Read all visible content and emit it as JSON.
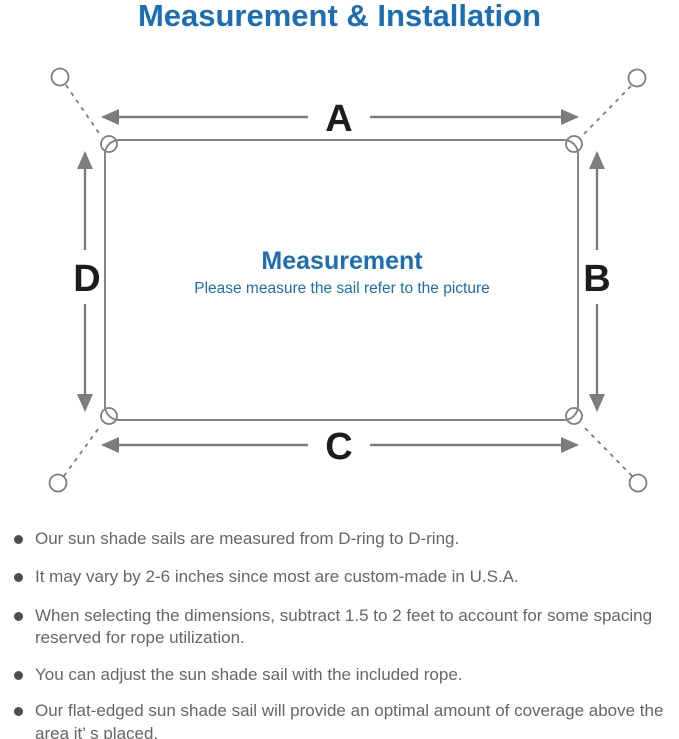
{
  "title": "Measurement & Installation",
  "diagram": {
    "edge_labels": {
      "top": "A",
      "right": "B",
      "bottom": "C",
      "left": "D"
    },
    "center_title": "Measurement",
    "center_subtitle": "Please measure the sail refer to the picture"
  },
  "colors": {
    "accent_blue": "#1b6eb5",
    "line_gray": "#7d7d7d",
    "label_black": "#1c1c1c",
    "note_text_gray": "#666666"
  },
  "notes": [
    "Our sun shade sails are measured from D-ring to D-ring.",
    "It may vary by 2-6 inches since most are custom-made in U.S.A.",
    "When selecting the dimensions, subtract 1.5 to 2 feet to account for some spacing reserved for rope utilization.",
    "You can adjust the sun shade sail with the included rope.",
    "Our flat-edged sun shade sail will provide an optimal amount of coverage above the area it’ s placed."
  ]
}
